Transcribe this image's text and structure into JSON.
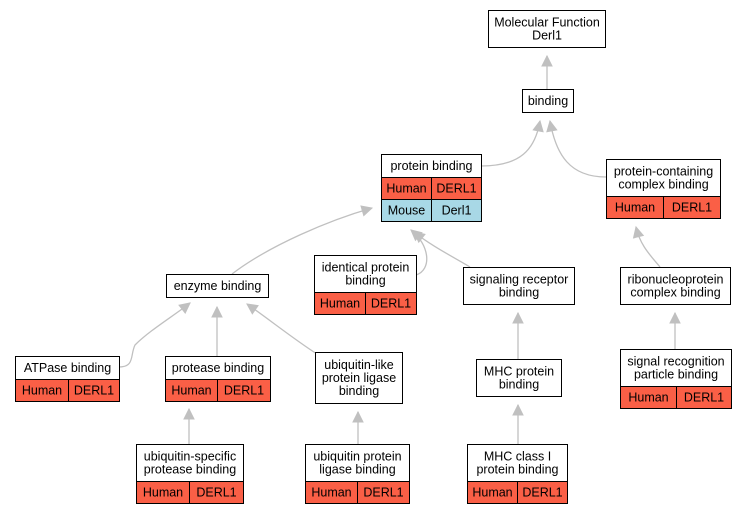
{
  "colors": {
    "human": "#fa5f46",
    "mouse": "#a8d8e6",
    "edge": "#c0c0c0",
    "border": "#000000"
  },
  "nodes": {
    "molecular_function": {
      "lines": [
        "Molecular Function",
        "Derl1"
      ],
      "annotations": []
    },
    "binding": {
      "lines": [
        "binding"
      ],
      "annotations": []
    },
    "protein_binding": {
      "lines": [
        "protein binding"
      ],
      "annotations": [
        {
          "species": "Human",
          "gene": "DERL1"
        },
        {
          "species": "Mouse",
          "gene": "Derl1"
        }
      ]
    },
    "protein_containing_complex_binding": {
      "lines": [
        "protein-containing",
        "complex binding"
      ],
      "annotations": [
        {
          "species": "Human",
          "gene": "DERL1"
        }
      ]
    },
    "enzyme_binding": {
      "lines": [
        "enzyme binding"
      ],
      "annotations": []
    },
    "identical_protein_binding": {
      "lines": [
        "identical protein",
        "binding"
      ],
      "annotations": [
        {
          "species": "Human",
          "gene": "DERL1"
        }
      ]
    },
    "signaling_receptor_binding": {
      "lines": [
        "signaling receptor",
        "binding"
      ],
      "annotations": []
    },
    "ribonucleoprotein_complex_binding": {
      "lines": [
        "ribonucleoprotein",
        "complex binding"
      ],
      "annotations": []
    },
    "atpase_binding": {
      "lines": [
        "ATPase binding"
      ],
      "annotations": [
        {
          "species": "Human",
          "gene": "DERL1"
        }
      ]
    },
    "protease_binding": {
      "lines": [
        "protease binding"
      ],
      "annotations": [
        {
          "species": "Human",
          "gene": "DERL1"
        }
      ]
    },
    "ubiquitin_like_protein_ligase_binding": {
      "lines": [
        "ubiquitin-like",
        "protein ligase",
        "binding"
      ],
      "annotations": []
    },
    "mhc_protein_binding": {
      "lines": [
        "MHC protein",
        "binding"
      ],
      "annotations": []
    },
    "signal_recognition_particle_binding": {
      "lines": [
        "signal recognition",
        "particle binding"
      ],
      "annotations": [
        {
          "species": "Human",
          "gene": "DERL1"
        }
      ]
    },
    "ubiquitin_specific_protease_binding": {
      "lines": [
        "ubiquitin-specific",
        "protease binding"
      ],
      "annotations": [
        {
          "species": "Human",
          "gene": "DERL1"
        }
      ]
    },
    "ubiquitin_protein_ligase_binding": {
      "lines": [
        "ubiquitin protein",
        "ligase binding"
      ],
      "annotations": [
        {
          "species": "Human",
          "gene": "DERL1"
        }
      ]
    },
    "mhc_class_i_protein_binding": {
      "lines": [
        "MHC class I",
        "protein binding"
      ],
      "annotations": [
        {
          "species": "Human",
          "gene": "DERL1"
        }
      ]
    }
  },
  "edges": [
    {
      "child": "binding",
      "parent": "molecular_function"
    },
    {
      "child": "protein_binding",
      "parent": "binding"
    },
    {
      "child": "protein_containing_complex_binding",
      "parent": "binding"
    },
    {
      "child": "enzyme_binding",
      "parent": "protein_binding"
    },
    {
      "child": "identical_protein_binding",
      "parent": "protein_binding"
    },
    {
      "child": "signaling_receptor_binding",
      "parent": "protein_binding"
    },
    {
      "child": "ribonucleoprotein_complex_binding",
      "parent": "protein_containing_complex_binding"
    },
    {
      "child": "atpase_binding",
      "parent": "enzyme_binding"
    },
    {
      "child": "protease_binding",
      "parent": "enzyme_binding"
    },
    {
      "child": "ubiquitin_like_protein_ligase_binding",
      "parent": "enzyme_binding"
    },
    {
      "child": "mhc_protein_binding",
      "parent": "signaling_receptor_binding"
    },
    {
      "child": "signal_recognition_particle_binding",
      "parent": "ribonucleoprotein_complex_binding"
    },
    {
      "child": "ubiquitin_specific_protease_binding",
      "parent": "protease_binding"
    },
    {
      "child": "ubiquitin_protein_ligase_binding",
      "parent": "ubiquitin_like_protein_ligase_binding"
    },
    {
      "child": "mhc_class_i_protein_binding",
      "parent": "mhc_protein_binding"
    }
  ]
}
